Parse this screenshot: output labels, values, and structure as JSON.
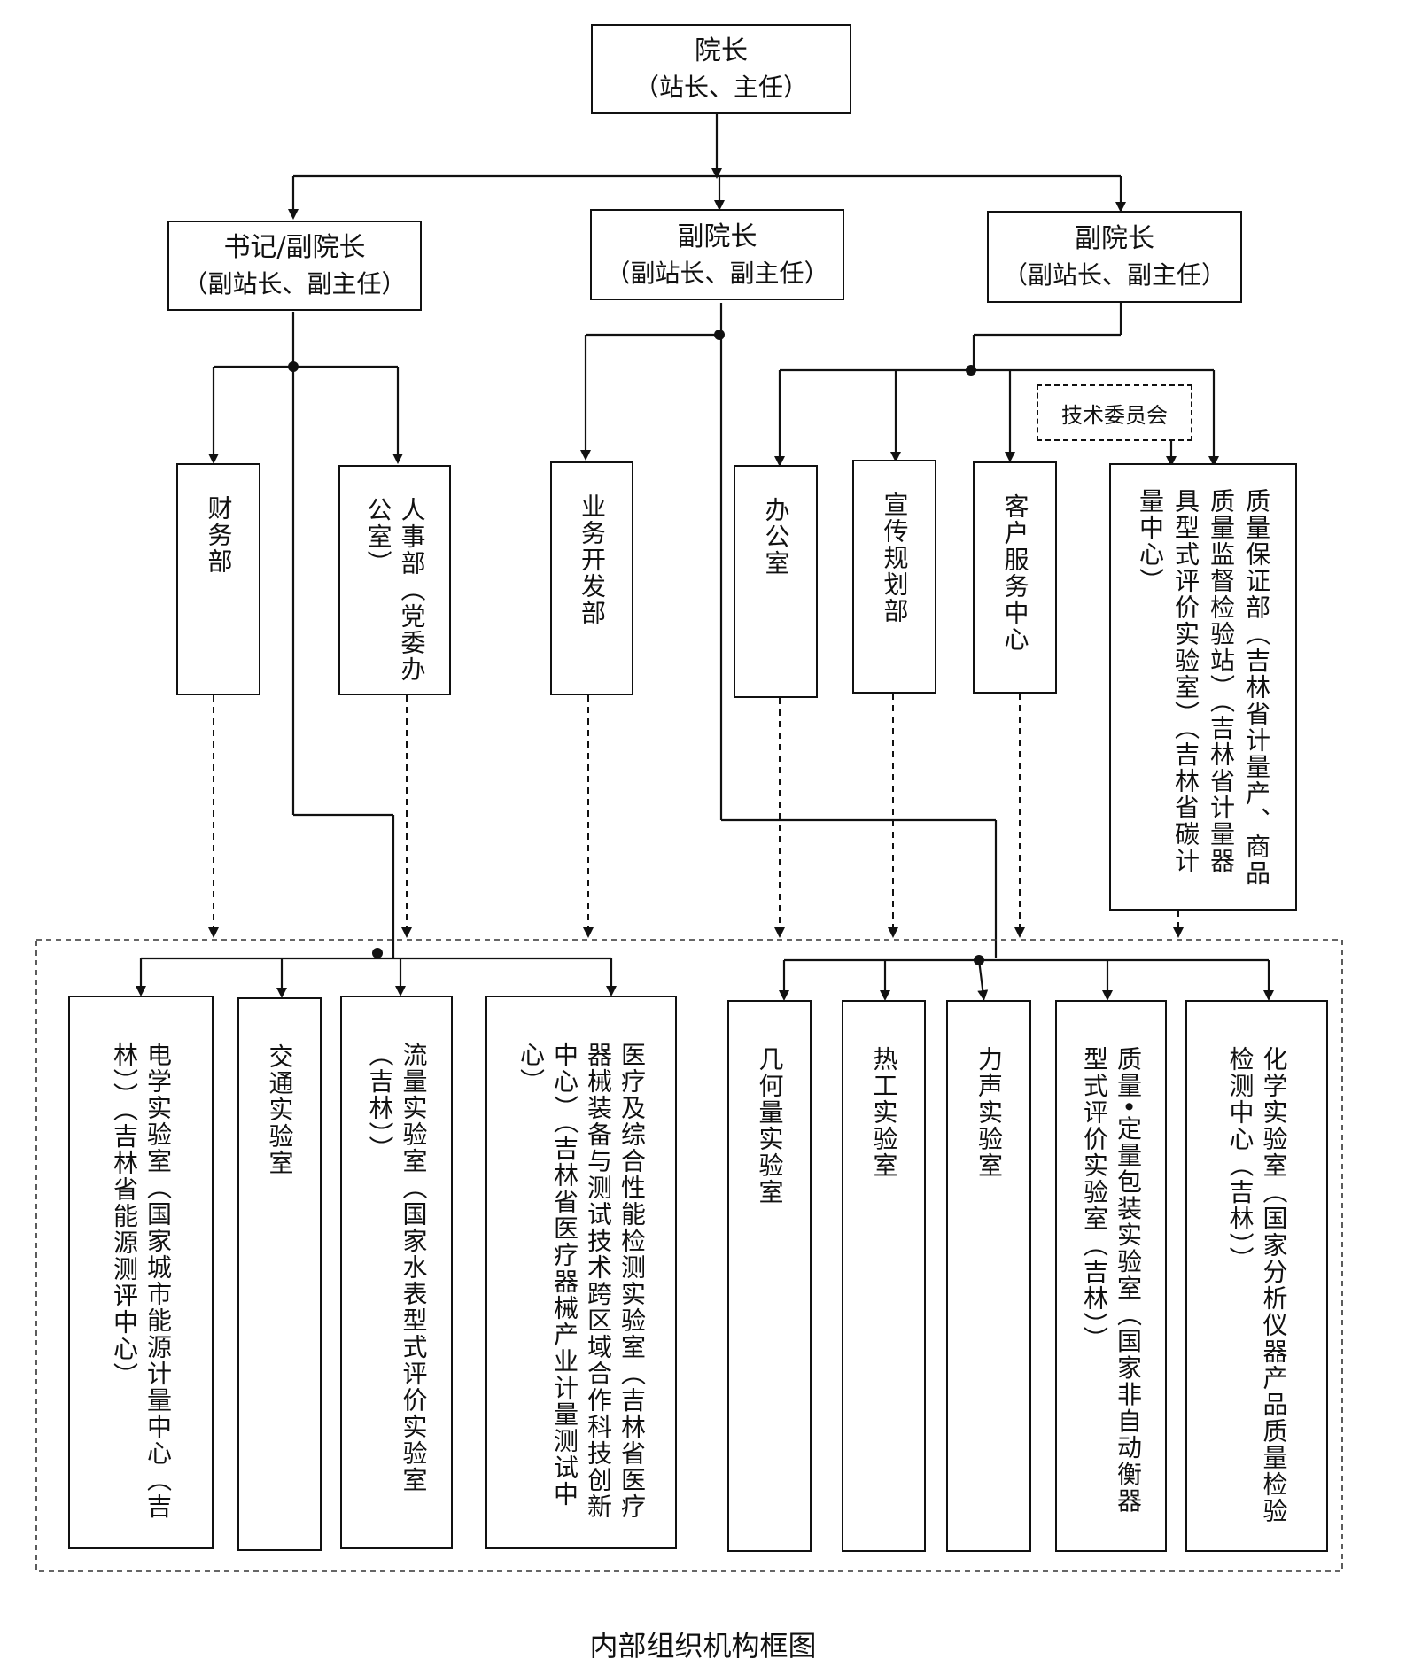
{
  "caption": "内部组织机构框图",
  "director": {
    "title": "院长",
    "subtitle": "（站长、主任）"
  },
  "deputies": {
    "left": {
      "title": "书记/副院长",
      "subtitle": "（副站长、副主任）"
    },
    "center": {
      "title": "副院长",
      "subtitle": "（副站长、副主任）"
    },
    "right": {
      "title": "副院长",
      "subtitle": "（副站长、副主任）"
    }
  },
  "tech_committee": "技术委员会",
  "departments": {
    "finance": "财务部",
    "hr": "人事部（党委办公室）",
    "business": "业务开发部",
    "office": "办公室",
    "publicity": "宣传规划部",
    "customer": "客户服务中心",
    "quality": "质量保证部（吉林省计量产、商品质量监督检验站）（吉林省计量器具型式评价实验室）（吉林省碳计量中心）"
  },
  "labs": {
    "electrical": "电学实验室（国家城市能源计量中心（吉林））（吉林省能源测评中心）",
    "traffic": "交通实验室",
    "flow": "流量实验室（国家水表型式评价实验室（吉林））",
    "medical": "医疗及综合性能检测实验室（吉林省医疗器械装备与测试技术跨区域合作科技创新中心）（吉林省医疗器械产业计量测试中心）",
    "geometry": "几何量实验室",
    "thermal": "热工实验室",
    "acoustic": "力声实验室",
    "mass": "质量•定量包装实验室（国家非自动衡器型式评价实验室（吉林））",
    "chemistry": "化学实验室（国家分析仪器产品质量检验检测中心（吉林））"
  }
}
